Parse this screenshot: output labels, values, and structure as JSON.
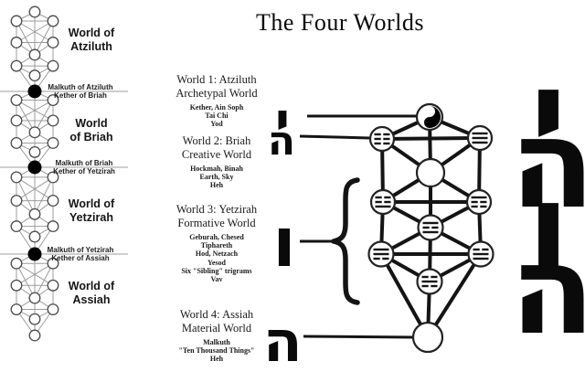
{
  "title": "The Four Worlds",
  "ladder": {
    "worlds": [
      {
        "name": "atziluth",
        "label_line1": "World of",
        "label_line2": "Atziluth"
      },
      {
        "name": "briah",
        "label_line1": "World",
        "label_line2": "of Briah"
      },
      {
        "name": "yetzirah",
        "label_line1": "World of",
        "label_line2": "Yetzirah"
      },
      {
        "name": "assiah",
        "label_line1": "World of",
        "label_line2": "Assiah"
      }
    ],
    "junctions": [
      {
        "upper": "Malkuth of Atziluth",
        "lower": "Kether of Briah"
      },
      {
        "upper": "Malkuth of Briah",
        "lower": "Kether of Yetzirah"
      },
      {
        "upper": "Malkuth of Yetzirah",
        "lower": "Kether of Assiah"
      }
    ]
  },
  "worlds_text": [
    {
      "heading1": "World 1: Atziluth",
      "heading2": "Archetypal World",
      "details": [
        "Kether, Ain Soph",
        "Tai Chi",
        "Yod"
      ],
      "hebrew_letter": "י",
      "letter_name": "yod"
    },
    {
      "heading1": "World 2: Briah",
      "heading2": "Creative World",
      "details": [
        "Hockmah, Binah",
        "Earth, Sky",
        "Heh"
      ],
      "hebrew_letter": "ה",
      "letter_name": "heh"
    },
    {
      "heading1": "World 3: Yetzirah",
      "heading2": "Formative World",
      "details": [
        "Geburah, Chesed",
        "Tiphareth",
        "Hod, Netzach",
        "Yesod",
        "Six \"Sibling\" trigrams",
        "Vav"
      ],
      "hebrew_letter": "ו",
      "letter_name": "vav"
    },
    {
      "heading1": "World 4: Assiah",
      "heading2": "Material World",
      "details": [
        "Malkuth",
        "\"Ten Thousand Things\"",
        "Heh"
      ],
      "hebrew_letter": "ה",
      "letter_name": "heh"
    }
  ],
  "tree": {
    "nodes": [
      {
        "id": "kether",
        "symbol": "yin-yang"
      },
      {
        "id": "binah",
        "symbol": "trigram-earth",
        "lines": [
          "broken",
          "broken",
          "broken"
        ]
      },
      {
        "id": "chokmah",
        "symbol": "trigram-heaven",
        "lines": [
          "solid",
          "solid",
          "solid"
        ]
      },
      {
        "id": "daath",
        "symbol": "empty"
      },
      {
        "id": "geburah",
        "symbol": "trigram-thunder",
        "lines": [
          "broken",
          "broken",
          "solid"
        ]
      },
      {
        "id": "chesed",
        "symbol": "trigram-mountain",
        "lines": [
          "solid",
          "broken",
          "broken"
        ]
      },
      {
        "id": "tiphareth",
        "symbol": "trigram-fire",
        "lines": [
          "solid",
          "broken",
          "solid"
        ]
      },
      {
        "id": "hod",
        "symbol": "trigram-wind",
        "lines": [
          "solid",
          "solid",
          "broken"
        ]
      },
      {
        "id": "netzach",
        "symbol": "trigram-lake",
        "lines": [
          "broken",
          "solid",
          "solid"
        ]
      },
      {
        "id": "yesod",
        "symbol": "trigram-water",
        "lines": [
          "broken",
          "solid",
          "broken"
        ]
      },
      {
        "id": "malkuth",
        "symbol": "empty"
      }
    ],
    "edges": [
      [
        "kether",
        "binah"
      ],
      [
        "kether",
        "chokmah"
      ],
      [
        "binah",
        "chokmah"
      ],
      [
        "kether",
        "daath"
      ],
      [
        "binah",
        "daath"
      ],
      [
        "chokmah",
        "daath"
      ],
      [
        "binah",
        "geburah"
      ],
      [
        "chokmah",
        "chesed"
      ],
      [
        "daath",
        "geburah"
      ],
      [
        "daath",
        "chesed"
      ],
      [
        "geburah",
        "chesed"
      ],
      [
        "daath",
        "tiphareth"
      ],
      [
        "geburah",
        "tiphareth"
      ],
      [
        "chesed",
        "tiphareth"
      ],
      [
        "geburah",
        "hod"
      ],
      [
        "chesed",
        "netzach"
      ],
      [
        "tiphareth",
        "hod"
      ],
      [
        "tiphareth",
        "netzach"
      ],
      [
        "hod",
        "netzach"
      ],
      [
        "tiphareth",
        "yesod"
      ],
      [
        "hod",
        "yesod"
      ],
      [
        "netzach",
        "yesod"
      ],
      [
        "hod",
        "malkuth"
      ],
      [
        "netzach",
        "malkuth"
      ],
      [
        "yesod",
        "malkuth"
      ]
    ]
  },
  "tetragrammaton": {
    "letters": [
      "י",
      "ה",
      "ו",
      "ה"
    ],
    "names": [
      "yod",
      "heh",
      "vav",
      "heh"
    ]
  },
  "colors": {
    "ink": "#141414",
    "ladder_line": "#9c9c9c",
    "ladder_circle_stroke": "#4a4a4a",
    "background": "#ffffff"
  }
}
